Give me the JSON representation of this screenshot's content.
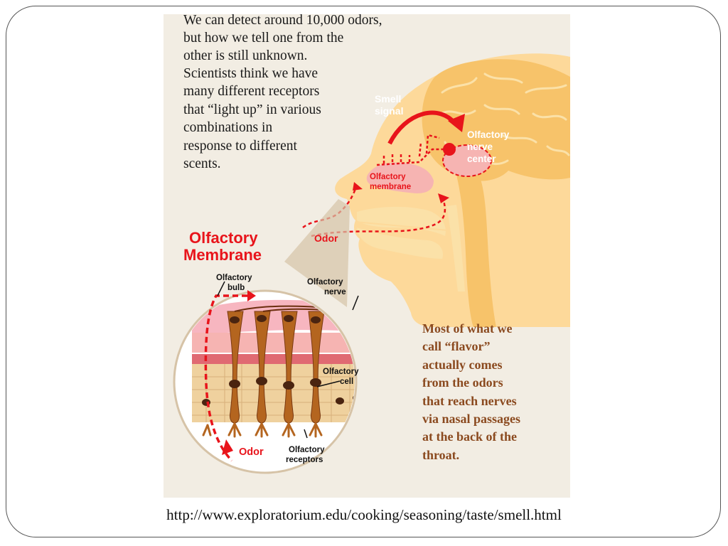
{
  "diagram": {
    "intro_lines": [
      "We can detect around 10,000 odors,",
      "but how we tell one from the",
      "other is still unknown.",
      "Scientists think we have",
      "many different receptors",
      "that “light up” in various",
      "combinations in",
      "response to different",
      "scents."
    ],
    "labels": {
      "smell_signal": [
        "Smell",
        "signal"
      ],
      "olfactory_nerve_center": [
        "Olfactory",
        "nerve",
        "center"
      ],
      "olfactory_membrane_small": [
        "Olfactory",
        "membrane"
      ],
      "odor_head": "Odor",
      "membrane_title": [
        "Olfactory",
        "Membrane"
      ],
      "olfactory_bulb": [
        "Olfactory",
        "bulb"
      ],
      "olfactory_nerve": [
        "Olfactory",
        "nerve"
      ],
      "olfactory_cell": [
        "Olfactory",
        "cell"
      ],
      "olfactory_receptors": [
        "Olfactory",
        "receptors"
      ],
      "odor_inset": "Odor"
    },
    "flavor_lines": [
      "Most of what we",
      "call “flavor”",
      "actually comes",
      "from the odors",
      "that reach nerves",
      "via nasal passages",
      "at the back of the",
      "throat."
    ]
  },
  "caption": "http://www.exploratorium.edu/cooking/seasoning/taste/smell.html",
  "colors": {
    "background": "#f2ede3",
    "head": "#fdd99a",
    "head_inner": "#f7c36a",
    "signal_red": "#e8141b",
    "membrane_pink": "#f6b4b2",
    "flavor_text": "#8b4a1f",
    "cell_brown": "#b4651f"
  }
}
